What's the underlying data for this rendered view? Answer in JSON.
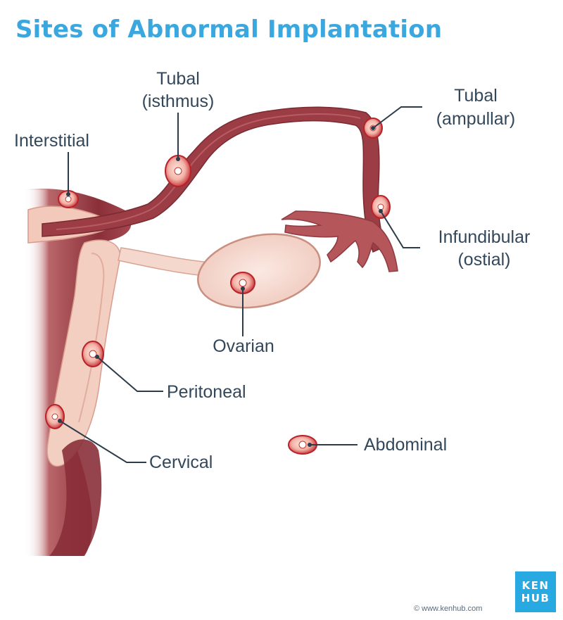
{
  "title": "Sites of Abnormal Implantation",
  "labels": {
    "interstitial": "Interstitial",
    "tubal_isthmus_line1": "Tubal",
    "tubal_isthmus_line2": "(isthmus)",
    "tubal_ampullar_line1": "Tubal",
    "tubal_ampullar_line2": "(ampullar)",
    "infundibular_line1": "Infundibular",
    "infundibular_line2": "(ostial)",
    "ovarian": "Ovarian",
    "peritoneal": "Peritoneal",
    "cervical": "Cervical",
    "abdominal": "Abdominal"
  },
  "brand": {
    "logo_line1": "KEN",
    "logo_line2": "HUB",
    "credit": "© www.kenhub.com"
  },
  "colors": {
    "title": "#3aa8df",
    "label": "#33475b",
    "logo_bg": "#29a9e1",
    "tissue_dark": "#8e3a40",
    "tissue_light": "#f1c4b5",
    "implant": "#c8262e"
  }
}
